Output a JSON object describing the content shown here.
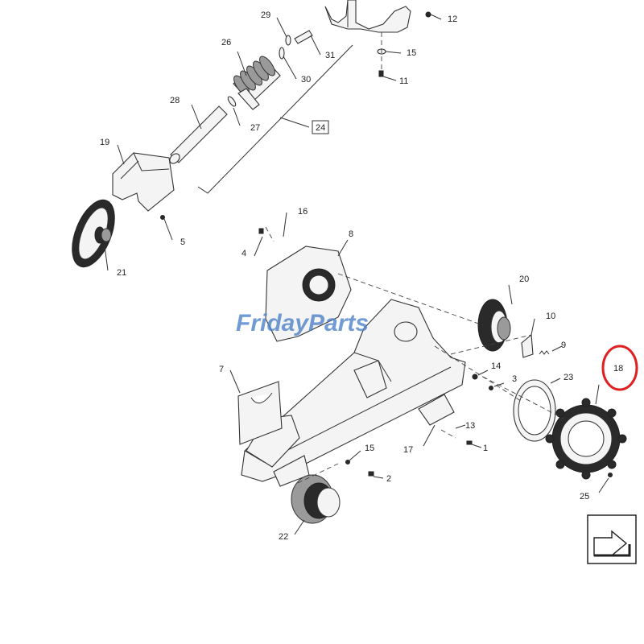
{
  "watermark": "FridayParts",
  "callouts": {
    "c1": "1",
    "c2": "2",
    "c3": "3",
    "c4": "4",
    "c5": "5",
    "c7": "7",
    "c8": "8",
    "c9": "9",
    "c10": "10",
    "c11": "11",
    "c12": "12",
    "c13": "13",
    "c14": "14",
    "c15a": "15",
    "c15b": "15",
    "c16": "16",
    "c17": "17",
    "c18": "18",
    "c19": "19",
    "c20": "20",
    "c21": "21",
    "c22": "22",
    "c23": "23",
    "c24": "24",
    "c25": "25",
    "c26": "26",
    "c27": "27",
    "c28": "28",
    "c29": "29",
    "c30": "30",
    "c31": "31"
  },
  "highlight": {
    "callout": "18",
    "color": "#e02020"
  },
  "nav_icon": "next-page-arrow-icon",
  "colors": {
    "line": "#333333",
    "watermark": "#4a7fc8",
    "highlight": "#e02020"
  }
}
